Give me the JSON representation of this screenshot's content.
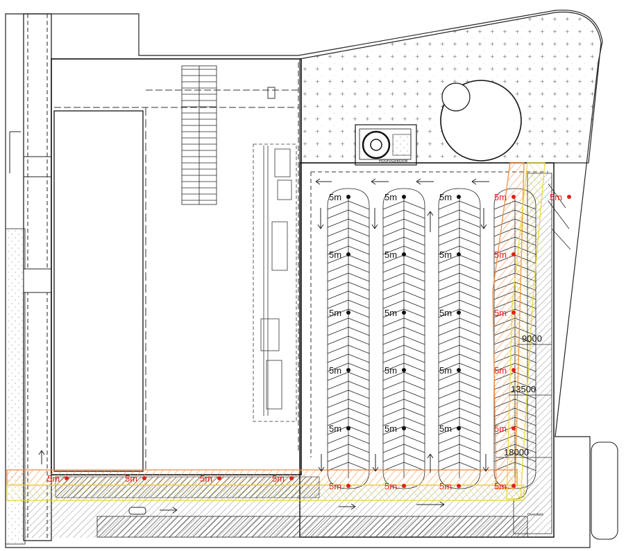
{
  "plan": {
    "spacing_label": "5m",
    "colors": {
      "line": "#111111",
      "marker_black": "#111111",
      "marker_red": "#e0201b",
      "zone_orange": "#f08a3c",
      "zone_yellow": "#f3e24a",
      "hatch_grey": "#9a9a9a"
    },
    "markers": [
      {
        "x": 1,
        "y": 1,
        "c": "black"
      },
      {
        "x": 2,
        "y": 1,
        "c": "black"
      },
      {
        "x": 3,
        "y": 1,
        "c": "black"
      },
      {
        "x": 4,
        "y": 1,
        "c": "red"
      },
      {
        "x": 5,
        "y": 1,
        "c": "red"
      },
      {
        "x": 1,
        "y": 2,
        "c": "black"
      },
      {
        "x": 2,
        "y": 2,
        "c": "black"
      },
      {
        "x": 3,
        "y": 2,
        "c": "black"
      },
      {
        "x": 4,
        "y": 2,
        "c": "red"
      },
      {
        "x": 1,
        "y": 3,
        "c": "black"
      },
      {
        "x": 2,
        "y": 3,
        "c": "black"
      },
      {
        "x": 3,
        "y": 3,
        "c": "black"
      },
      {
        "x": 4,
        "y": 3,
        "c": "red"
      },
      {
        "x": 1,
        "y": 4,
        "c": "black"
      },
      {
        "x": 2,
        "y": 4,
        "c": "black"
      },
      {
        "x": 3,
        "y": 4,
        "c": "black"
      },
      {
        "x": 4,
        "y": 4,
        "c": "red"
      },
      {
        "x": 1,
        "y": 5,
        "c": "black"
      },
      {
        "x": 2,
        "y": 5,
        "c": "black"
      },
      {
        "x": 3,
        "y": 5,
        "c": "black"
      },
      {
        "x": 4,
        "y": 5,
        "c": "red"
      },
      {
        "x": 1,
        "y": 6,
        "c": "red"
      },
      {
        "x": 2,
        "y": 6,
        "c": "red"
      },
      {
        "x": 3,
        "y": 6,
        "c": "red"
      },
      {
        "x": 4,
        "y": 6,
        "c": "red"
      },
      {
        "x": -4,
        "y": 6,
        "c": "red"
      },
      {
        "x": -3,
        "y": 6,
        "c": "red"
      },
      {
        "x": -2,
        "y": 6,
        "c": "red"
      },
      {
        "x": -1,
        "y": 6,
        "c": "red"
      }
    ],
    "dimensions": [
      {
        "name": "dim-9000",
        "label": "9000"
      },
      {
        "name": "dim-13500",
        "label": "13500"
      },
      {
        "name": "dim-18000",
        "label": "18000"
      }
    ],
    "small_labels": {
      "kiosk": "HOOFDGEBOUW",
      "corner_note": "Overdekt"
    }
  }
}
